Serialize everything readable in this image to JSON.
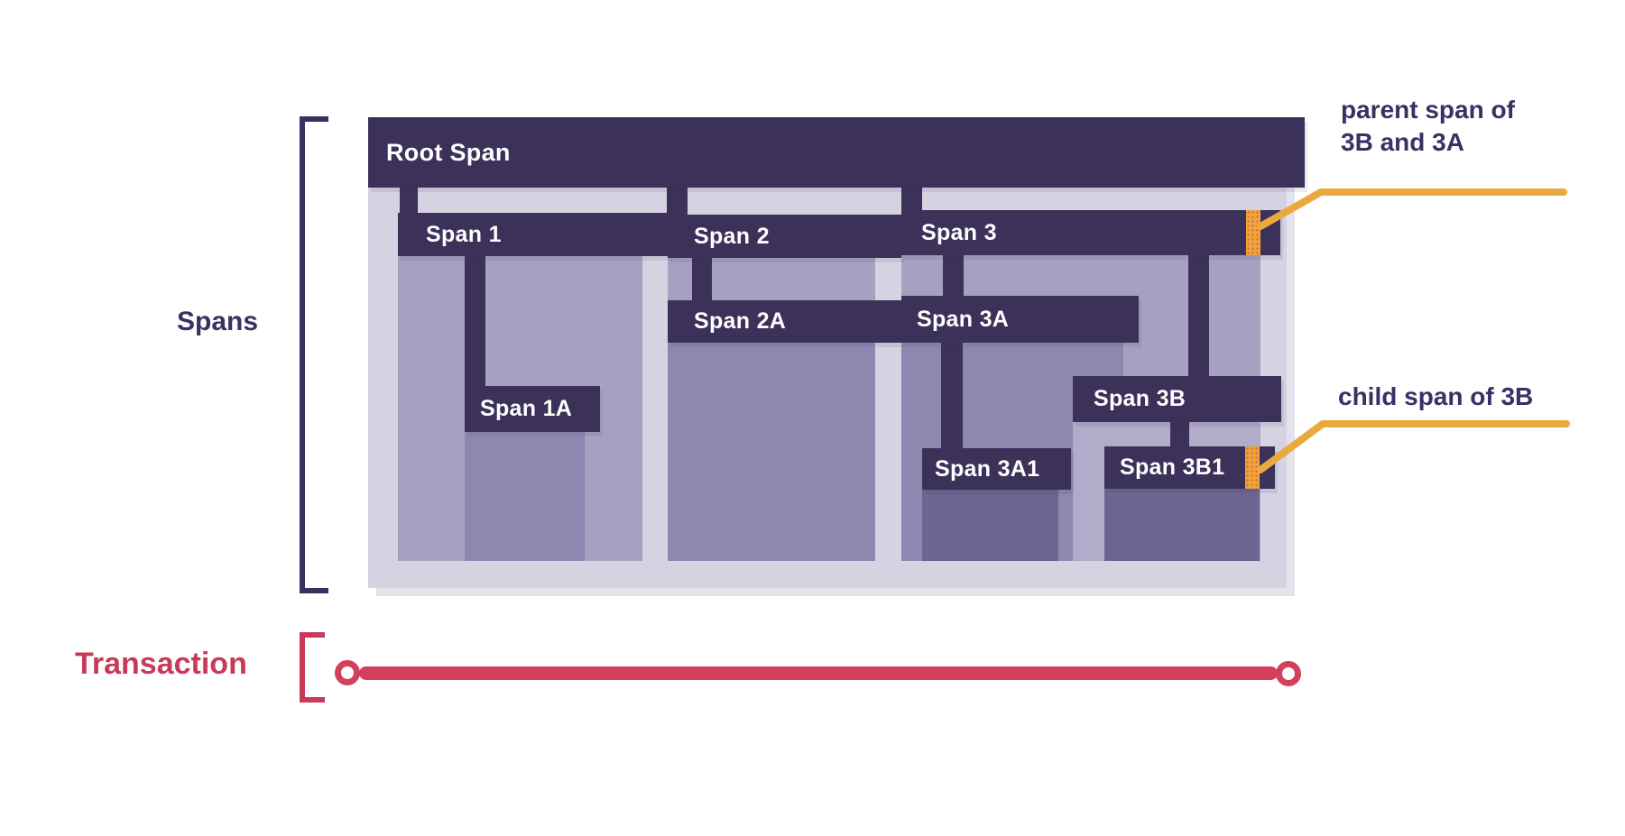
{
  "colors": {
    "navy": "#3B3159",
    "lavender": "#D5D2E2",
    "lvl1": "#A6A1C1",
    "lvl2": "#8D88AF",
    "lvl2b": "#B1ACC9",
    "lvl3": "#6C6592",
    "orange": "#F0A43C",
    "yellow": "#E9A93C",
    "red": "#C83A57",
    "red_line": "#D2405C",
    "navy_text": "#363264"
  },
  "labels": {
    "spans": "Spans",
    "transaction": "Transaction"
  },
  "spans": {
    "root": "Root Span",
    "s1": "Span 1",
    "s1a": "Span 1A",
    "s2": "Span 2",
    "s2a": "Span 2A",
    "s3": "Span 3",
    "s3a": "Span 3A",
    "s3a1": "Span 3A1",
    "s3b": "Span 3B",
    "s3b1": "Span 3B1"
  },
  "annotations": {
    "parent": "parent span of\n3B and 3A",
    "child": "child span of 3B"
  }
}
